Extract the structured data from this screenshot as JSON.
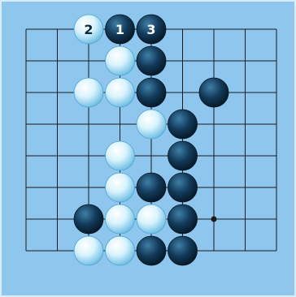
{
  "board": {
    "colors": {
      "background": "#8ec6ee",
      "line": "#1a1a1a",
      "border": "#d8ecfa",
      "black_stone": "#123a5a",
      "white_stone": "#cfeefa",
      "black_label": "#ffffff",
      "white_label": "#0a2a40"
    },
    "columns": 9,
    "rows": 8,
    "star_points": [
      {
        "col": 6,
        "row": 6
      }
    ],
    "stones": [
      {
        "color": "white",
        "col": 2,
        "row": 0,
        "label": "2"
      },
      {
        "color": "black",
        "col": 3,
        "row": 0,
        "label": "1"
      },
      {
        "color": "black",
        "col": 4,
        "row": 0,
        "label": "3"
      },
      {
        "color": "white",
        "col": 3,
        "row": 1
      },
      {
        "color": "black",
        "col": 4,
        "row": 1
      },
      {
        "color": "white",
        "col": 2,
        "row": 2
      },
      {
        "color": "white",
        "col": 3,
        "row": 2
      },
      {
        "color": "black",
        "col": 4,
        "row": 2
      },
      {
        "color": "black",
        "col": 6,
        "row": 2
      },
      {
        "color": "white",
        "col": 4,
        "row": 3
      },
      {
        "color": "black",
        "col": 5,
        "row": 3
      },
      {
        "color": "white",
        "col": 3,
        "row": 4
      },
      {
        "color": "black",
        "col": 5,
        "row": 4
      },
      {
        "color": "white",
        "col": 3,
        "row": 5
      },
      {
        "color": "black",
        "col": 4,
        "row": 5
      },
      {
        "color": "black",
        "col": 5,
        "row": 5
      },
      {
        "color": "black",
        "col": 2,
        "row": 6
      },
      {
        "color": "white",
        "col": 3,
        "row": 6
      },
      {
        "color": "white",
        "col": 4,
        "row": 6
      },
      {
        "color": "black",
        "col": 5,
        "row": 6
      },
      {
        "color": "white",
        "col": 2,
        "row": 7
      },
      {
        "color": "white",
        "col": 3,
        "row": 7
      },
      {
        "color": "black",
        "col": 4,
        "row": 7
      },
      {
        "color": "black",
        "col": 5,
        "row": 7
      }
    ]
  }
}
